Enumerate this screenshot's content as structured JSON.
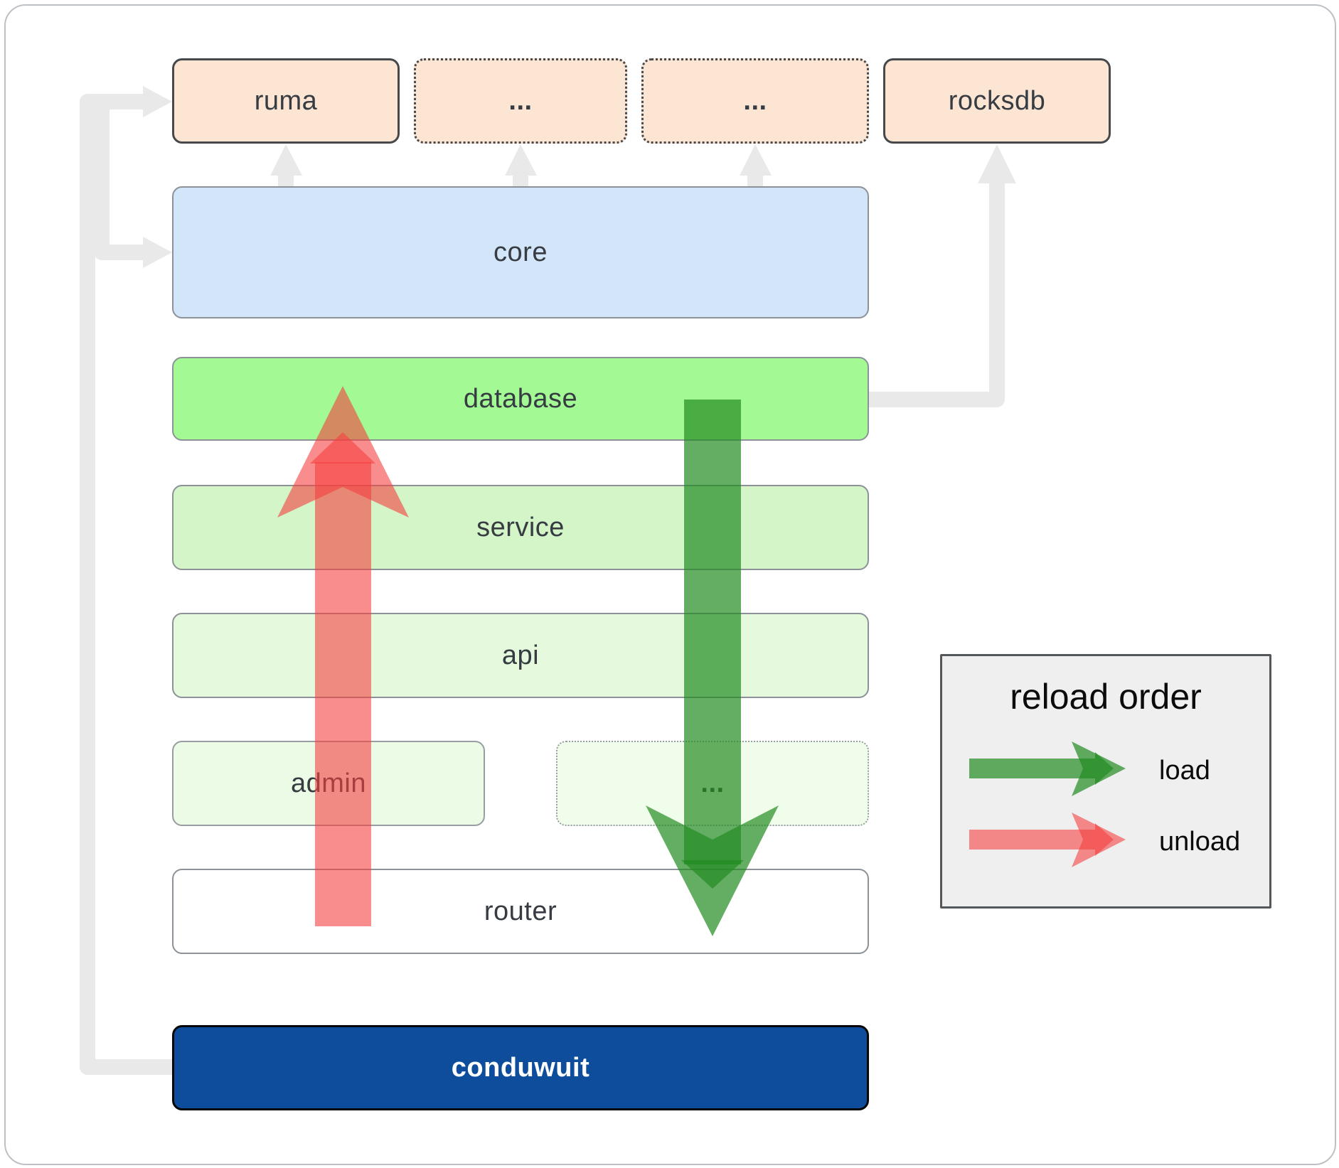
{
  "diagram_type": "architecture-flowchart",
  "nodes": {
    "ruma": {
      "label": "ruma"
    },
    "module_a": {
      "label": "..."
    },
    "module_b": {
      "label": "..."
    },
    "rocksdb": {
      "label": "rocksdb"
    },
    "core": {
      "label": "core"
    },
    "database": {
      "label": "database"
    },
    "service": {
      "label": "service"
    },
    "api": {
      "label": "api"
    },
    "admin": {
      "label": "admin"
    },
    "module_c": {
      "label": "..."
    },
    "router": {
      "label": "router"
    },
    "conduwuit": {
      "label": "conduwuit"
    }
  },
  "edges": [
    {
      "from": "conduwuit",
      "to": "ruma",
      "style": "gray-connector"
    },
    {
      "from": "conduwuit",
      "to": "core",
      "style": "gray-connector"
    },
    {
      "from": "core",
      "to": "ruma",
      "style": "gray-connector"
    },
    {
      "from": "core",
      "to": "module_a",
      "style": "gray-connector"
    },
    {
      "from": "core",
      "to": "module_b",
      "style": "gray-connector"
    },
    {
      "from": "database",
      "to": "rocksdb",
      "style": "gray-connector"
    },
    {
      "from": "database",
      "to": "router",
      "style": "load-arrow"
    },
    {
      "from": "router",
      "to": "database",
      "style": "unload-arrow"
    }
  ],
  "legend": {
    "title": "reload order",
    "items": [
      {
        "label": "load",
        "color": "#228b22"
      },
      {
        "label": "unload",
        "color": "#f53f3f"
      }
    ]
  },
  "colors": {
    "load_arrow": "#228b22",
    "unload_arrow": "#f53f3f",
    "connector": "#e9e9e9",
    "peach_box": "#fce5d3",
    "core_box": "#d3e5f8",
    "database_box": "#a3fa95",
    "service_box": "#d3f5c8",
    "api_box": "#e5fadc",
    "admin_box": "#ecfbe6",
    "router_box": "#ffffff",
    "conduwuit_box": "#0d4d9c",
    "legend_bg": "#efefef"
  }
}
